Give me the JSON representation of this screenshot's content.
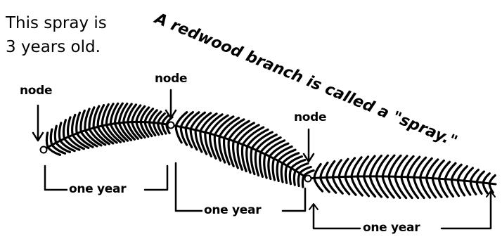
{
  "caption": {
    "line1": "This spray is",
    "line2": "3 years old."
  },
  "slanted_caption": "A redwood branch is called a \"spray.\"",
  "node_label": "node",
  "nodes": [
    {
      "label": "node"
    },
    {
      "label": "node"
    },
    {
      "label": "node"
    }
  ],
  "growth_spans": [
    {
      "label": "one year"
    },
    {
      "label": "one year"
    },
    {
      "label": "one year"
    }
  ]
}
